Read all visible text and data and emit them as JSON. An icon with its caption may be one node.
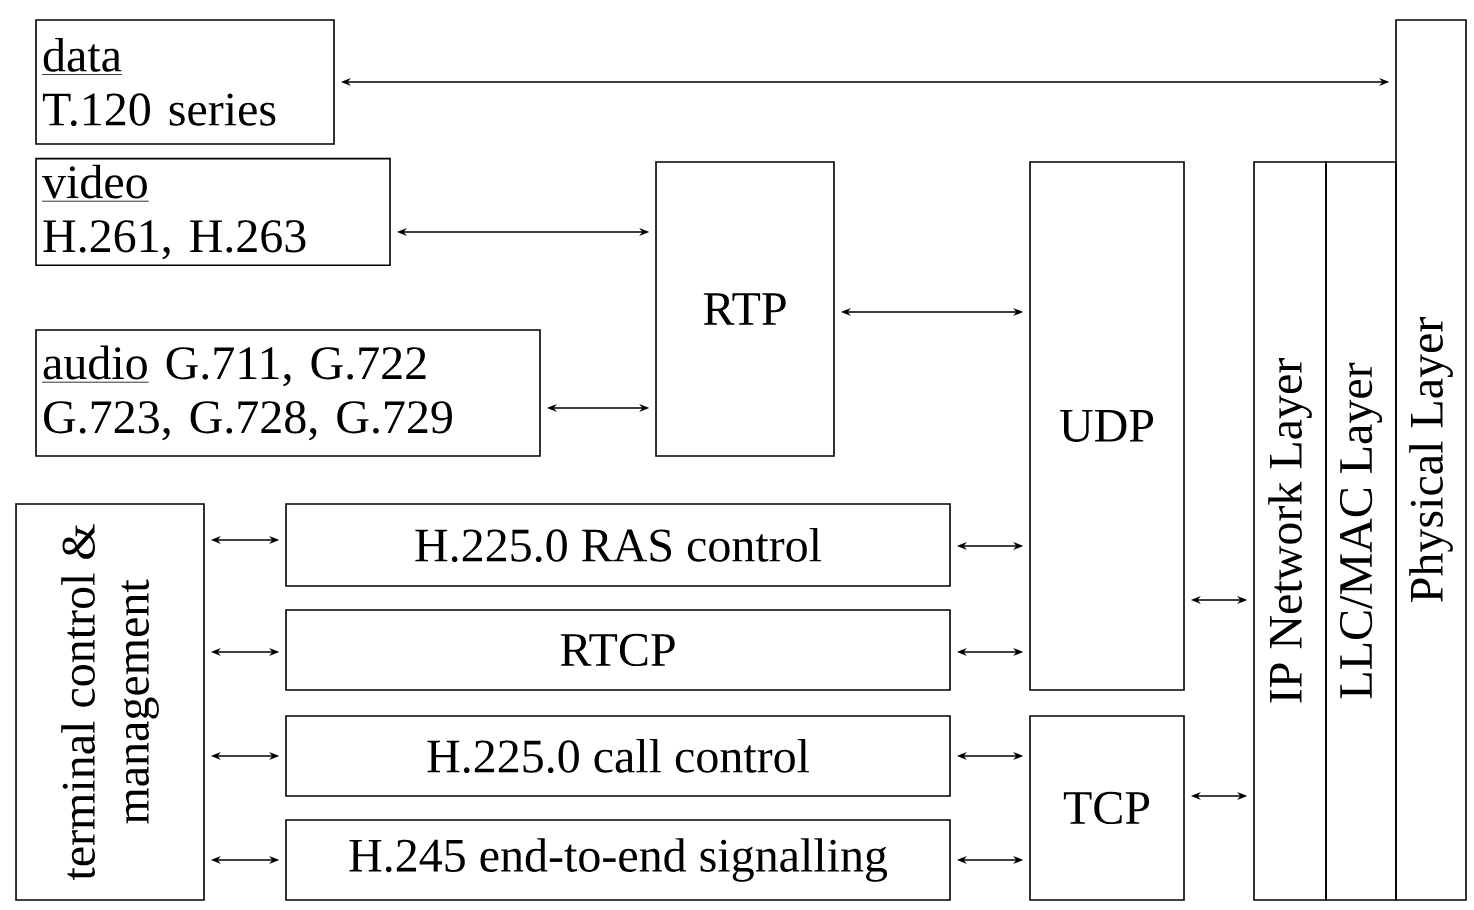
{
  "diagram": {
    "nodes": [
      {
        "text": [
          "data",
          "T.120 series"
        ]
      },
      {
        "text": [
          "video",
          "H.261, H.263"
        ]
      },
      {
        "text": [
          "audio",
          "G.711, G.722 G.723, G.728, G.729"
        ]
      },
      {
        "text": [
          "RTP"
        ]
      },
      {
        "text": [
          "UDP"
        ]
      },
      {
        "text": [
          "IP Network Layer"
        ]
      },
      {
        "text": [
          "LLC/MAC Layer"
        ]
      },
      {
        "text": [
          "Physical Layer"
        ]
      },
      {
        "text": [
          "terminal control & management"
        ]
      },
      {
        "text": [
          "H.225.0 RAS control"
        ]
      },
      {
        "text": [
          "RTCP"
        ]
      },
      {
        "text": [
          "H.225.0 call control"
        ]
      },
      {
        "text": [
          "H.245 end-to-end signalling"
        ]
      },
      {
        "text": [
          "TCP"
        ]
      }
    ],
    "edges": [
      {
        "from": 0,
        "to": 7,
        "arrow": "both"
      },
      {
        "from": 1,
        "to": 3,
        "arrow": "both"
      },
      {
        "from": 2,
        "to": 3,
        "arrow": "both"
      },
      {
        "from": 3,
        "to": 4,
        "arrow": "both"
      },
      {
        "from": 4,
        "to": 5,
        "arrow": "both"
      },
      {
        "from": 13,
        "to": 5,
        "arrow": "both"
      },
      {
        "from": 8,
        "to": 9,
        "arrow": "both"
      },
      {
        "from": 8,
        "to": 10,
        "arrow": "both"
      },
      {
        "from": 8,
        "to": 11,
        "arrow": "both"
      },
      {
        "from": 8,
        "to": 12,
        "arrow": "both"
      },
      {
        "from": 9,
        "to": 4,
        "arrow": "both"
      },
      {
        "from": 10,
        "to": 4,
        "arrow": "both"
      },
      {
        "from": 11,
        "to": 13,
        "arrow": "both"
      },
      {
        "from": 12,
        "to": 13,
        "arrow": "both"
      }
    ]
  }
}
